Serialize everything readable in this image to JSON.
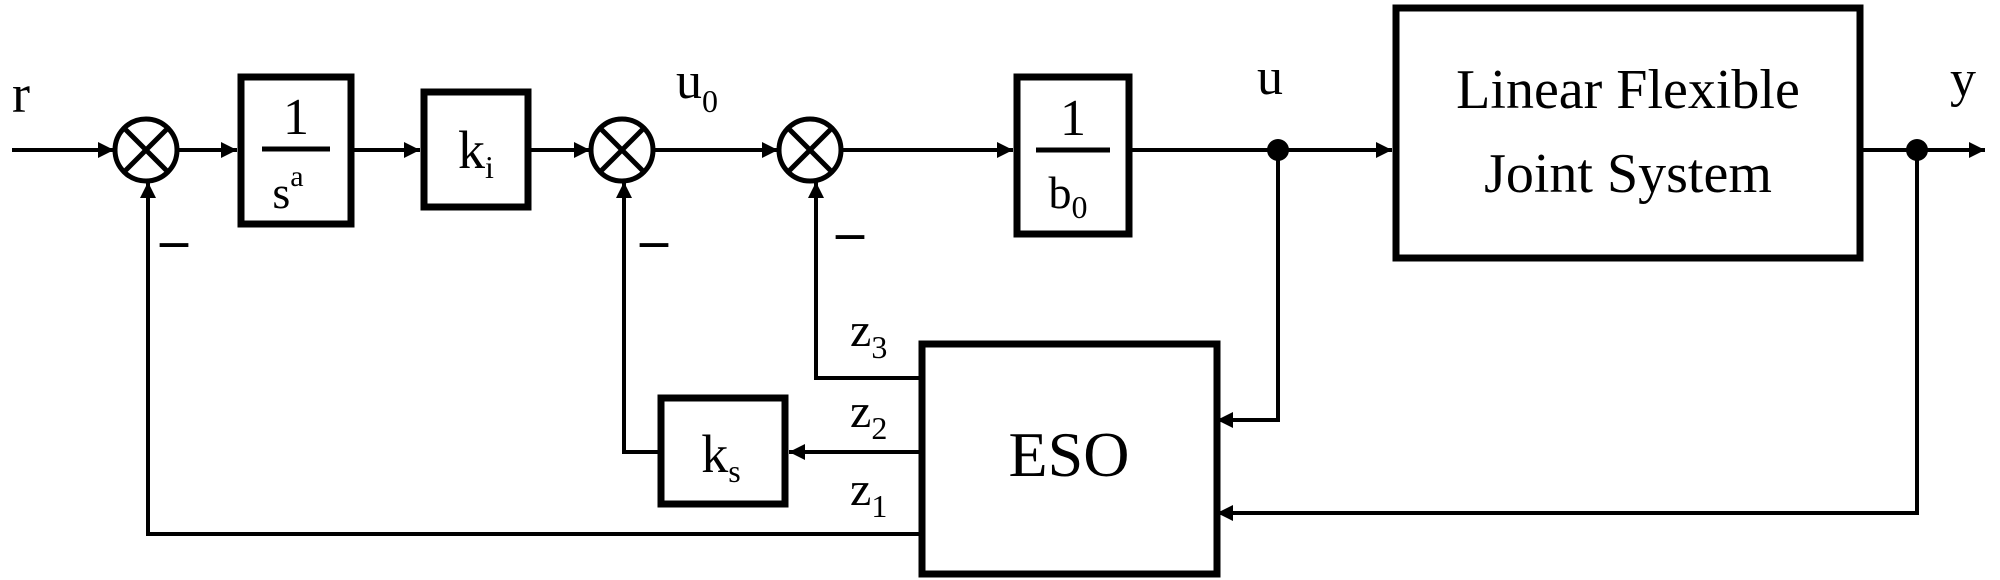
{
  "signals": {
    "r": "r",
    "u0": "u",
    "u0_sub": "0",
    "u": "u",
    "y": "y",
    "z3": "z",
    "z3_sub": "3",
    "z2": "z",
    "z2_sub": "2",
    "z1": "z",
    "z1_sub": "1"
  },
  "blocks": {
    "integrator": {
      "num": "1",
      "den": "s",
      "den_sup": "a"
    },
    "ki": {
      "label": "k",
      "sub": "i"
    },
    "inv_b0": {
      "num": "1",
      "den": "b",
      "den_sub": "0"
    },
    "plant": {
      "line1": "Linear Flexible",
      "line2": "Joint System"
    },
    "eso": {
      "label": "ESO"
    },
    "ks": {
      "label": "k",
      "sub": "s"
    }
  },
  "signs": {
    "sum1_feedback": "–",
    "sum2_feedback": "–",
    "sum3_feedback": "–"
  }
}
